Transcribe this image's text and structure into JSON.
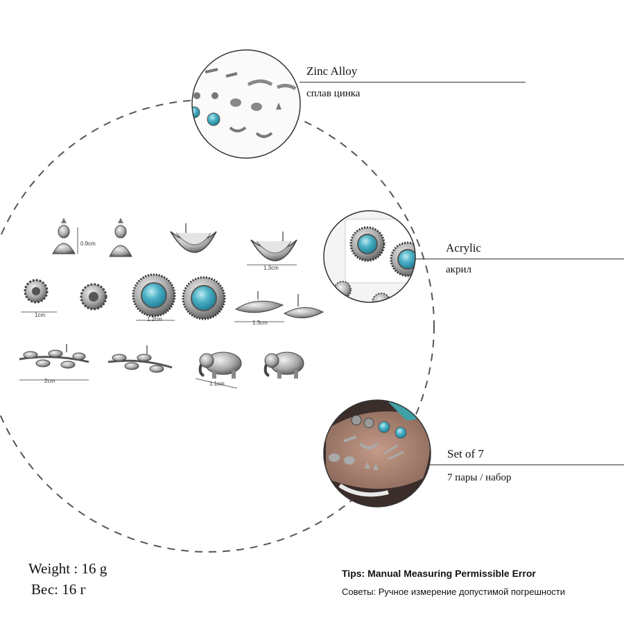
{
  "materials": [
    {
      "en": "Zinc Alloy",
      "ru": "сплав цинка"
    },
    {
      "en": "Acrylic",
      "ru": "акрил"
    },
    {
      "en": "Set of 7",
      "ru": "7 пары / набор"
    }
  ],
  "weight": {
    "en": "Weight : 16 g",
    "ru": "Вес: 16 г"
  },
  "tips": {
    "en": "Tips: Manual Measuring Permissible Error",
    "ru": "Советы: Ручное измерение допустимой погрешности"
  },
  "dimensions": [
    "0.9cm",
    "1.3cm",
    "1cm",
    "1.2cm",
    "1.3cm",
    "2cm",
    "1.1cm"
  ],
  "colors": {
    "turquoise": "#4fb3c8",
    "silver": "#9a9a9a",
    "dark_silver": "#555555"
  }
}
